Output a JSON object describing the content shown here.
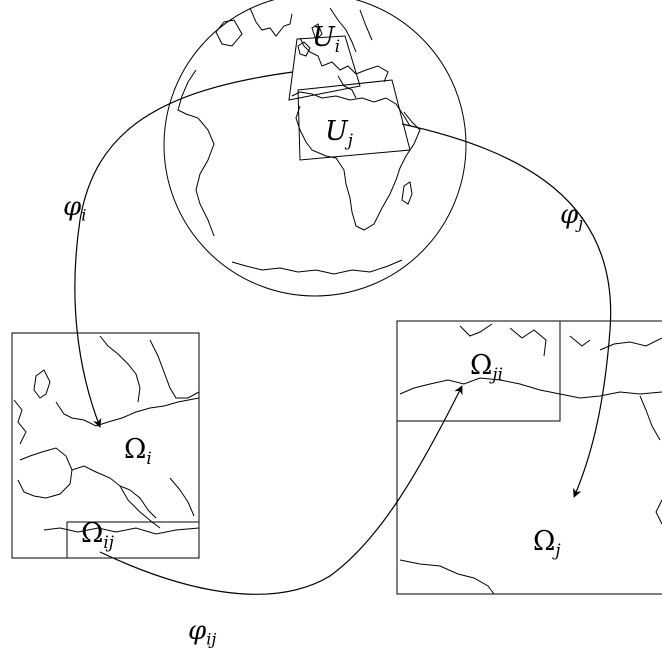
{
  "labels": {
    "U_i": {
      "base": "U",
      "sub": "i"
    },
    "U_j": {
      "base": "U",
      "sub": "j"
    },
    "phi_i": {
      "base": "φ",
      "sub": "i"
    },
    "phi_j": {
      "base": "φ",
      "sub": "j"
    },
    "phi_ij": {
      "base": "φ",
      "sub": "ij"
    },
    "Omega_i": {
      "base": "Ω",
      "sub": "i"
    },
    "Omega_j": {
      "base": "Ω",
      "sub": "j"
    },
    "Omega_ij": {
      "base": "Ω",
      "sub": "ij"
    },
    "Omega_ji": {
      "base": "Ω",
      "sub": "ji"
    }
  },
  "colors": {
    "stroke": "#000000",
    "background": "#ffffff"
  }
}
